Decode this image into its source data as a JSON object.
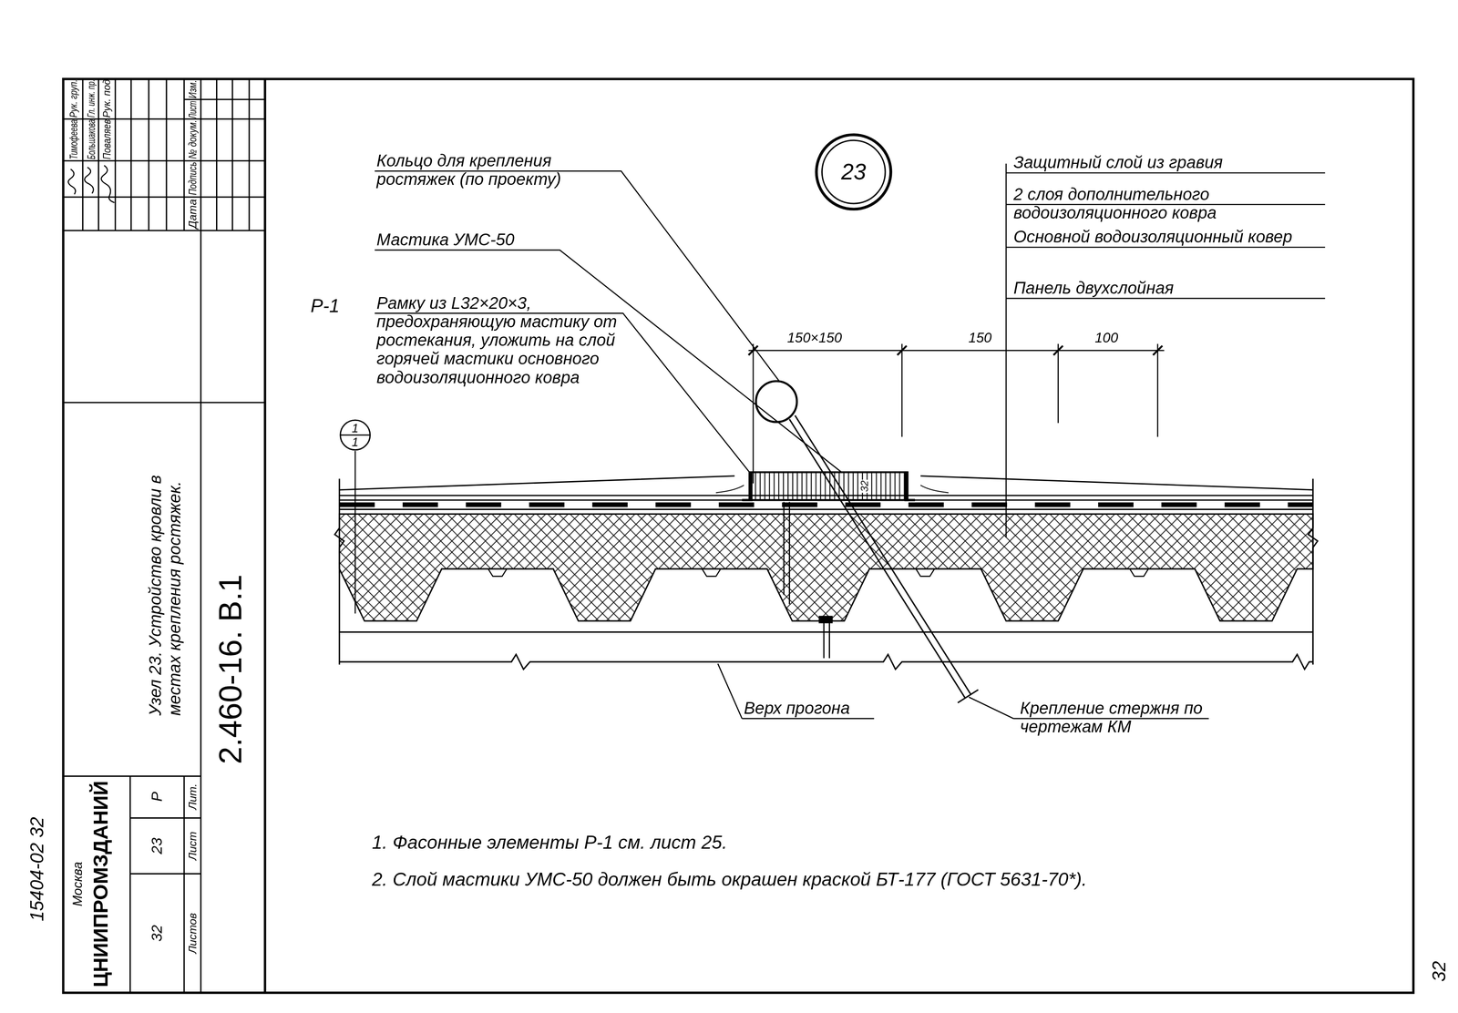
{
  "diagram": {
    "nodes": [
      {
        "text": [
          "23"
        ]
      },
      {
        "text": [
          "1",
          "1"
        ]
      }
    ],
    "labels": [
      "Кольцо для крепления ростяжек (по проекту)",
      "Мастика УМС-50",
      "Р-1",
      "Рамку из L32×20×3, предохраняющую мастику от ростекания, уложить на слой горячей мастики основного водоизоляционного ковра",
      "Защитный слой из гравия",
      "2 слоя дополнительного водоизоляционного ковра",
      "Основной водоизоляционный ковер",
      "Панель двухслойная",
      "150×150",
      "150",
      "100",
      "32",
      "Верх прогона",
      "Крепление стержня по чертежам КМ",
      "1. Фасонные элементы Р-1 см. лист 25.",
      "2. Слой мастики УМС-50 должен быть окрашен краской БТ-177 (ГОСТ 5631-70*).",
      "Изм.",
      "Лист",
      "№ докум.",
      "Подпись",
      "Дата",
      "Рук. под",
      "Поваляев",
      "Гл. инж. пр.",
      "Большакова",
      "Рук. груп.",
      "Тимофеева",
      "2.460-16. В.1",
      "Узел 23. Устройство кровли в местах крепления ростяжек.",
      "Лит.",
      "Лист",
      "Листов",
      "Р",
      "23",
      "32",
      "ЦНИИПРОМЗДАНИЙ",
      "Москва",
      "15404-02 32",
      "32"
    ]
  }
}
